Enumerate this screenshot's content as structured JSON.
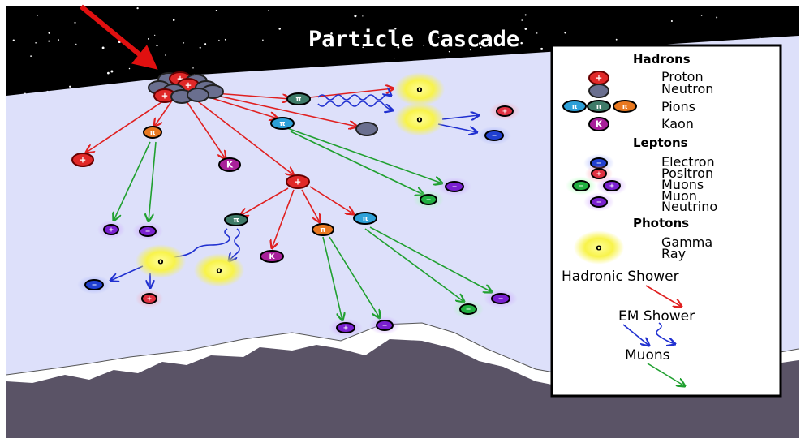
{
  "title": "Particle Cascade",
  "legend": {
    "hadrons_heading": "Hadrons",
    "proton": "Proton",
    "neutron": "Neutron",
    "pions": "Pions",
    "kaon": "Kaon",
    "leptons_heading": "Leptons",
    "electron": "Electron",
    "positron": "Positron",
    "muons": "Muons",
    "muon_neutrino_1": "Muon",
    "muon_neutrino_2": "Neutrino",
    "photons_heading": "Photons",
    "gamma_1": "Gamma",
    "gamma_2": "Ray",
    "hadronic_shower": "Hadronic Shower",
    "em_shower": "EM Shower",
    "muons_arrow": "Muons"
  },
  "symbols": {
    "pion": "π",
    "kaon": "K",
    "plus": "+",
    "minus": "−",
    "neutral": "o"
  },
  "colors": {
    "sky": "#000000",
    "atmosphere": "#dde0fa",
    "ground": "#5a5366",
    "snow": "#ffffff",
    "hadronic_arrow": "#e02020",
    "em_arrow": "#2030d0",
    "muon_arrow": "#20a030",
    "proton": "#e02828",
    "neutron": "#6a6f8f",
    "pion_charged_pos": "#e87820",
    "pion_charged_neg": "#2da0d8",
    "pion_neutral": "#3e7a68",
    "kaon": "#a8209a",
    "electron": "#2040d0",
    "positron": "#e03040",
    "muon_minus": "#20b040",
    "muon_neutrino": "#7a20d0",
    "gamma": "#f8f040"
  }
}
